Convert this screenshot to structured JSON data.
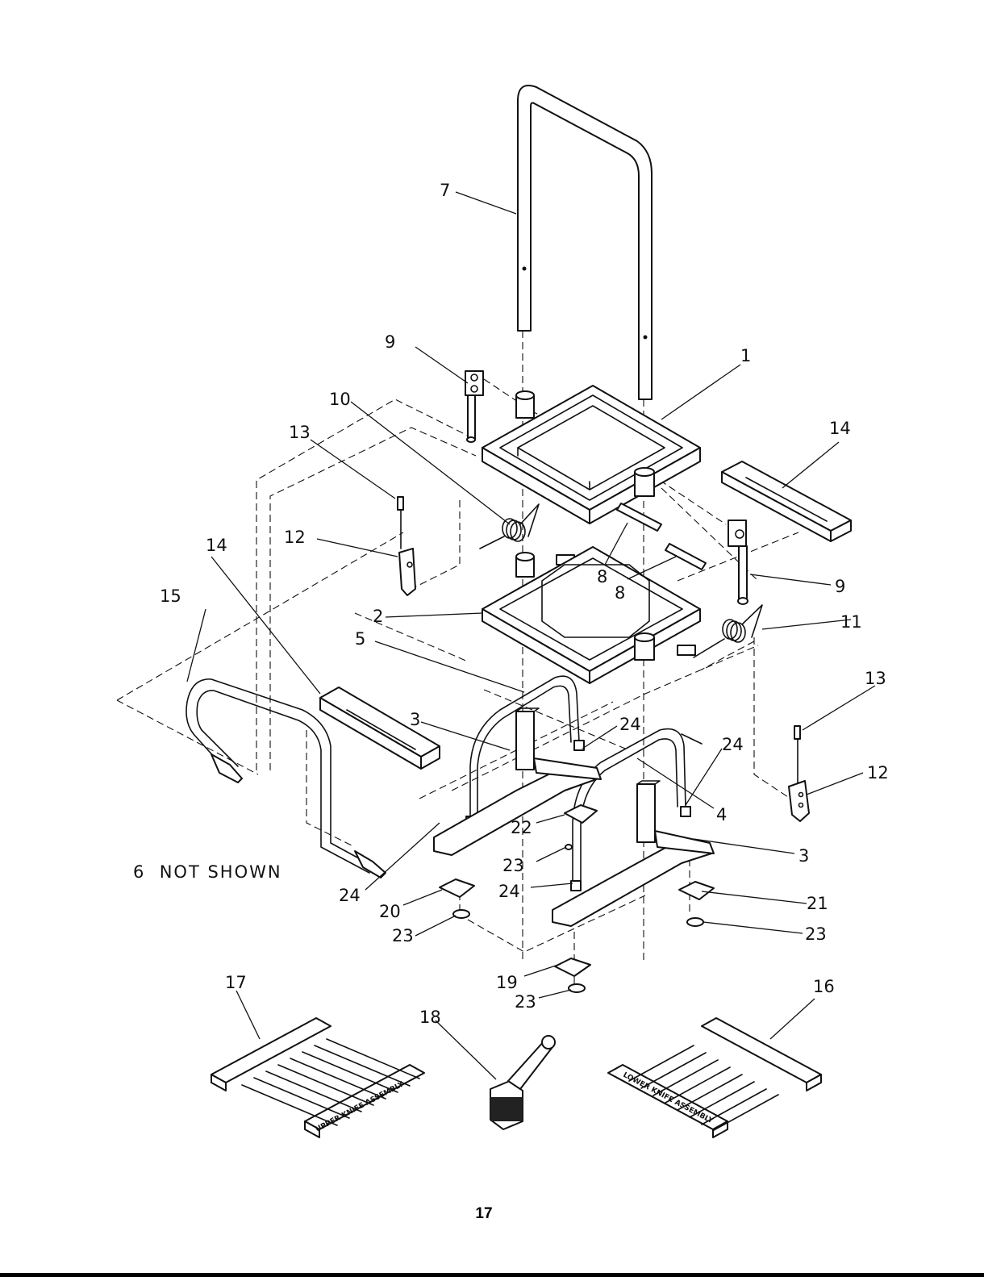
{
  "diagram": {
    "note": "6  NOT SHOWN",
    "callouts": {
      "c1": "1",
      "c2": "2",
      "c3a": "3",
      "c3b": "3",
      "c4": "4",
      "c5": "5",
      "c7": "7",
      "c8a": "8",
      "c8b": "8",
      "c9a": "9",
      "c9b": "9",
      "c10": "10",
      "c11": "11",
      "c12a": "12",
      "c12b": "12",
      "c13a": "13",
      "c13b": "13",
      "c14a": "14",
      "c14b": "14",
      "c15": "15",
      "c16": "16",
      "c17": "17",
      "c18": "18",
      "c19": "19",
      "c20": "20",
      "c21": "21",
      "c22": "22",
      "c23a": "23",
      "c23b": "23",
      "c23c": "23",
      "c23d": "23",
      "c24a": "24",
      "c24b": "24",
      "c24c": "24",
      "c24d": "24"
    },
    "engravings": {
      "upper": "UPPER KNIFE ASSEMBLY",
      "lower": "LOWER KNIFE ASSEMBLY"
    }
  },
  "footer": {
    "page_number": "17"
  }
}
